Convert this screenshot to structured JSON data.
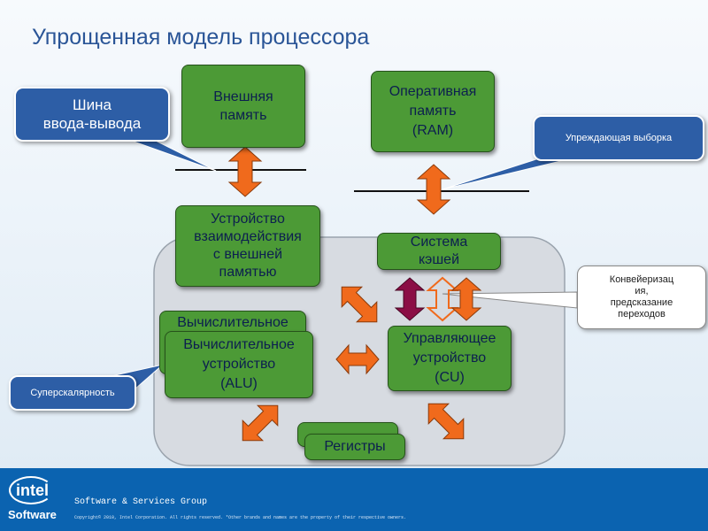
{
  "title": "Упрощенная модель процессора",
  "callouts": {
    "io_bus": "Шина\nввода-вывода",
    "prefetch": "Упреждающая выборка",
    "pipeline": "Конвейеризац\nия,\nпредсказание\nпереходов",
    "superscalar": "Суперскалярность"
  },
  "blocks": {
    "external_memory": "Внешняя\nпамять",
    "ram": "Оперативная\nпамять\n(RAM)",
    "external_interface": "Устройство\nвзаимодействия\nс внешней\nпамятью",
    "cache": "Система\nкэшей",
    "alu_back": "Вычислительное",
    "alu": "Вычислительное\nустройство\n(ALU)",
    "cu": "Управляющее\nустройство\n(CU)",
    "registers": "Регистры"
  },
  "footer": {
    "logo_top": "intel",
    "logo_bottom": "Software",
    "group": "Software & Services Group",
    "copyright": "Copyright© 2010, Intel Corporation. All rights reserved. *Other brands and names are the property of their respective owners."
  },
  "colors": {
    "block_fill": "#4c9a36",
    "block_text": "#0c1f4f",
    "callout_fill": "#2d5ea6",
    "arrow_fill": "#f06a1c",
    "cache_arrow_fill": "#8b0e45",
    "footer_bg": "#0b63b0",
    "title": "#2a5597"
  }
}
